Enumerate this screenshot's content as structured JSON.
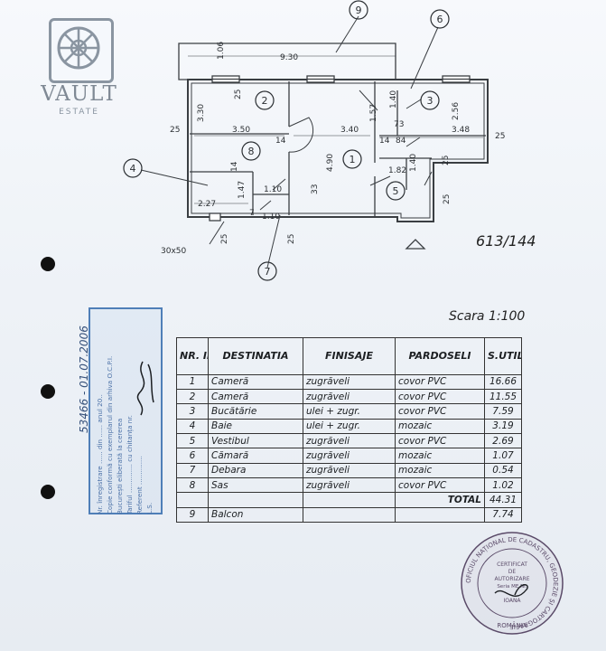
{
  "logo": {
    "name": "VAULT",
    "subtitle": "ESTATE"
  },
  "plan": {
    "callouts": [
      "9",
      "6",
      "4",
      "8",
      "7",
      "5",
      "1",
      "2",
      "3"
    ],
    "dims": {
      "top_len": "9.30",
      "top_w": "1.06",
      "r2_w": "3.50",
      "r2_h": "3.30",
      "r1_w": "3.40",
      "r1_h": "4.90",
      "r3_w": "3.48",
      "r3_h": "2.56",
      "d157": "1.57",
      "d140": "1.40",
      "d73": "73",
      "d84": "84",
      "d182": "1.82",
      "d140b": "1.40",
      "d227": "2.27",
      "d147": "1.47",
      "d110a": "1.10",
      "d110b": "1.10",
      "d33": "33",
      "d7": "7",
      "d14a": "14",
      "d14b": "14",
      "d14c": "14",
      "d25a": "25",
      "d25b": "25",
      "d25c": "25",
      "d25d": "25",
      "d25e": "25",
      "d25f": "25",
      "d25g": "25",
      "window": "30x50"
    },
    "ref": "613/144"
  },
  "scale": "Scara 1:100",
  "stamp": {
    "lines": [
      "Nr. înregistrare ...... din ...... anul 20..",
      "Copie conformă cu exemplarul din arhiva O.C.P.I.",
      "București eliberată la cererea",
      "Tariful .............. cu chitanța nr.",
      "Referent ..............",
      "L.S."
    ],
    "handwritten": "53466 - 01.07.2006"
  },
  "table": {
    "headers": [
      "NR. INC.",
      "DESTINATIA",
      "FINISAJE",
      "PARDOSELI",
      "S.UTILA"
    ],
    "rows": [
      [
        "1",
        "Cameră",
        "zugrăveli",
        "covor PVC",
        "16.66"
      ],
      [
        "2",
        "Cameră",
        "zugrăveli",
        "covor PVC",
        "11.55"
      ],
      [
        "3",
        "Bucătărie",
        "ulei + zugr.",
        "covor PVC",
        "7.59"
      ],
      [
        "4",
        "Baie",
        "ulei + zugr.",
        "mozaic",
        "3.19"
      ],
      [
        "5",
        "Vestibul",
        "zugrăveli",
        "covor PVC",
        "2.69"
      ],
      [
        "6",
        "Cămară",
        "zugrăveli",
        "mozaic",
        "1.07"
      ],
      [
        "7",
        "Debara",
        "zugrăveli",
        "mozaic",
        "0.54"
      ],
      [
        "8",
        "Sas",
        "zugrăveli",
        "covor PVC",
        "1.02"
      ]
    ],
    "total_label": "TOTAL",
    "total_value": "44.31",
    "balcon": [
      "9",
      "Balcon",
      "",
      "",
      "7.74"
    ]
  },
  "seal": {
    "ring_text": "OFICIUL NAȚIONAL DE CADASTRU, GEODEZIE ȘI CARTOGRAFIE",
    "country": "ROMÂNIA",
    "center": [
      "CERTIFICAT",
      "DE",
      "AUTORIZARE",
      "Seria ME Nr.",
      "IOANA"
    ]
  }
}
